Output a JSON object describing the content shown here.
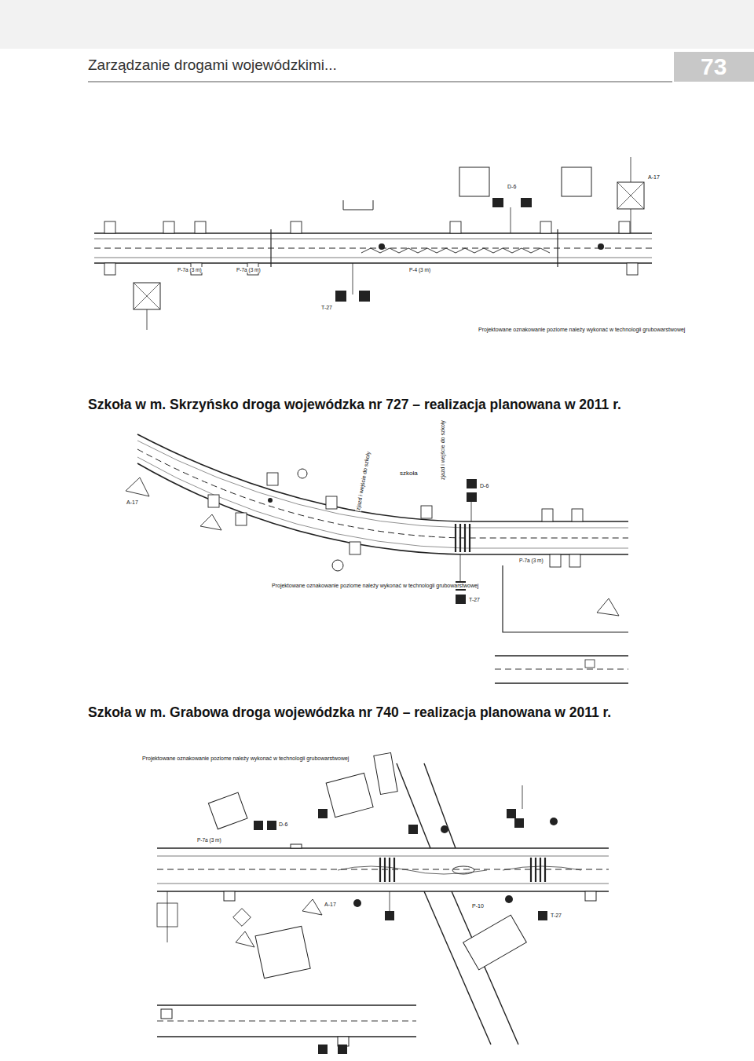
{
  "diagram": {
    "title": "Zarządzanie drogami wojewódzkimi...",
    "labels": [
      "73",
      "Szkoła w m. Skrzyńsko droga wojewódzka nr 727 – realizacja planowana w 2011 r.",
      "Szkoła w m. Grabowa droga wojewódzka nr 740 – realizacja planowana w 2011 r.",
      "Projektowane oznakowanie poziome należy wykonać w technologii grubowarstwowej",
      "Projektowane oznakowanie poziome należy wykonać w technologii grubowarstwowej",
      "Projektowane oznakowanie poziome należy wykonać w technologii grubowarstwowej",
      "szkoła",
      "zjazd i wejście do szkoły",
      "zjazd i wejście do szkoły",
      "A-17",
      "D-6",
      "T-27",
      "P-7a (3 m)",
      "P-4 (3 m)",
      "P-7a (3 m)",
      "D-6",
      "A-17",
      "T-27",
      "P-7a (3 m)",
      "D-6",
      "A-17",
      "T-27",
      "P-10",
      "P-7a (3 m)"
    ]
  }
}
